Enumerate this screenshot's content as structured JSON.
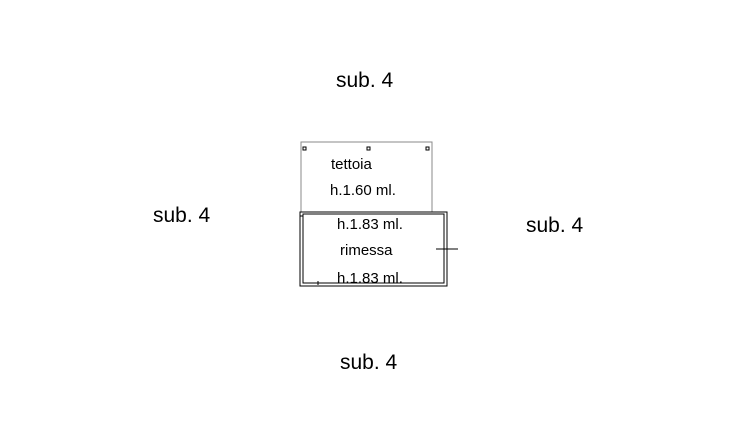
{
  "surroundings": {
    "north": "sub. 4",
    "west": "sub. 4",
    "east": "sub. 4",
    "south": "sub. 4"
  },
  "tettoia": {
    "name": "tettoia",
    "height": "h.1.60 ml."
  },
  "rimessa": {
    "height_top": "h.1.83 ml.",
    "name": "rimessa",
    "height_bottom": "h.1.83 ml."
  }
}
